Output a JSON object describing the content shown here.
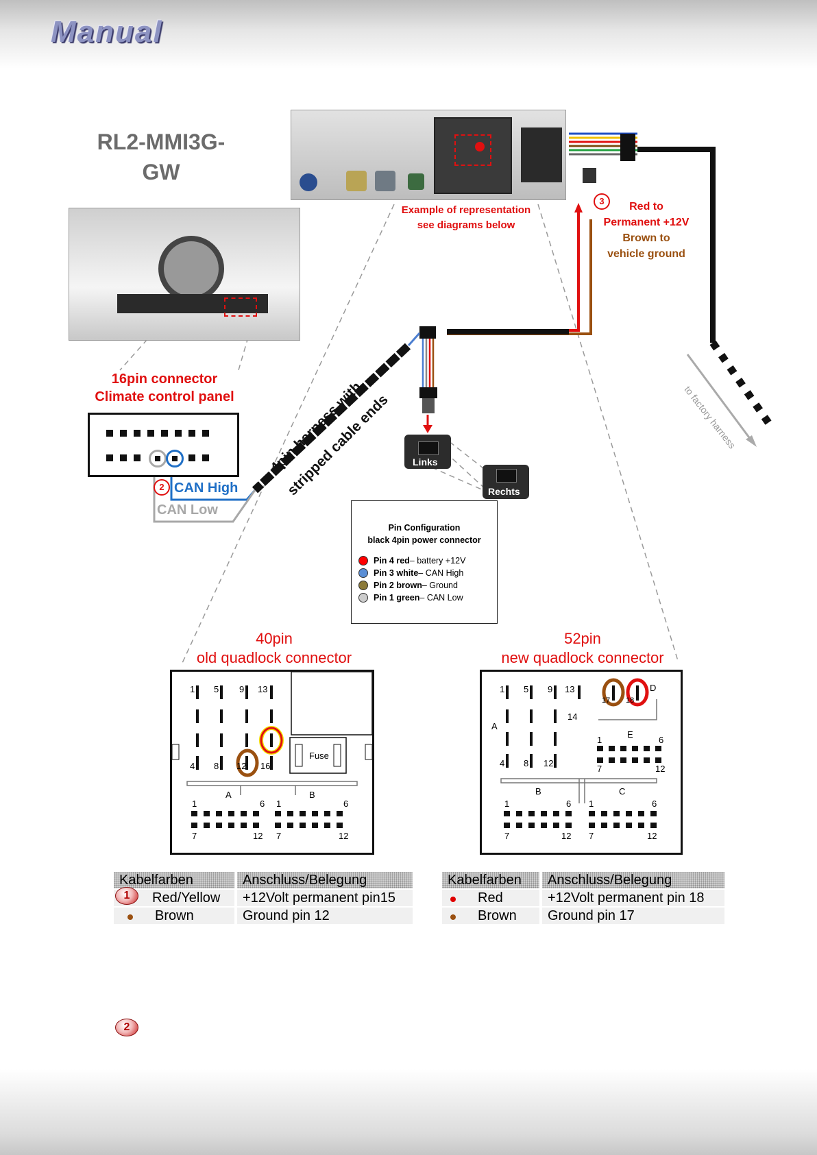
{
  "header": {
    "title": "Manual"
  },
  "product": {
    "name_line1": "RL2-MMI3G-",
    "name_line2": "GW"
  },
  "radio_photo": {
    "caption_line1": "Example of representation",
    "caption_line2": "see diagrams below"
  },
  "power_note": {
    "badge": "3",
    "line1": "Red to",
    "line2": "Permanent +12V",
    "line3": "Brown to",
    "line4": "vehicle ground"
  },
  "factory_harness": {
    "label": "to factory harness"
  },
  "connector_16pin": {
    "title_line1": "16pin connector",
    "title_line2": "Climate control panel",
    "badge": "2",
    "can_high": "CAN High",
    "can_low": "CAN Low"
  },
  "harness": {
    "label_line1": "4pin harness with",
    "label_line2": "stripped cable ends"
  },
  "speaker_plugs": {
    "left": "Links",
    "right": "Rechts"
  },
  "pin_configuration": {
    "title_line1": "Pin Configuration",
    "title_line2": "black 4pin power connector",
    "items": [
      {
        "pin": "Pin 4 red",
        "desc": " – battery +12V",
        "color": "#ff0000"
      },
      {
        "pin": "Pin 3 white",
        "desc": " – CAN High",
        "color": "#5b8fd6"
      },
      {
        "pin": "Pin 2 brown",
        "desc": " – Ground",
        "color": "#8b7a3a"
      },
      {
        "pin": "Pin 1 green",
        "desc": " – CAN Low",
        "color": "#cccccc"
      }
    ]
  },
  "quadlock_40": {
    "title_line1": "40pin",
    "title_line2": "old quadlock connector",
    "pins_top": [
      "1",
      "5",
      "9",
      "13"
    ],
    "pins_mid": [
      "4",
      "8",
      "12",
      "16"
    ],
    "fuse": "Fuse",
    "block_a": "A",
    "block_b": "B",
    "row_labels": [
      "1",
      "6",
      "1",
      "6",
      "7",
      "12",
      "7",
      "12"
    ]
  },
  "quadlock_52": {
    "title_line1": "52pin",
    "title_line2": "new quadlock connector",
    "pins_top": [
      "1",
      "5",
      "9",
      "13"
    ],
    "pins_mid": [
      "4",
      "8",
      "12"
    ],
    "pin_14": "14",
    "pin_17": "17",
    "pin_18": "18",
    "block_d": "D",
    "block_a": "A",
    "block_b": "B",
    "block_c": "C",
    "block_e": "E",
    "row_labels": [
      "1",
      "6",
      "1",
      "6",
      "7",
      "12",
      "7",
      "12"
    ],
    "e_labels": [
      "1",
      "6",
      "7",
      "12"
    ]
  },
  "table_40": {
    "headers": [
      "Kabelfarben",
      "Anschluss/Belegung"
    ],
    "rows": [
      {
        "color": "#d40000",
        "name": "Red/Yellow",
        "value": "+12Volt permanent pin15"
      },
      {
        "color": "#9a5010",
        "name": "Brown",
        "value": "Ground pin 12"
      }
    ],
    "badge": "1"
  },
  "table_52": {
    "headers": [
      "Kabelfarben",
      "Anschluss/Belegung"
    ],
    "rows": [
      {
        "color": "#e00000",
        "name": "Red",
        "value": "+12Volt permanent  pin 18"
      },
      {
        "color": "#9a5010",
        "name": "Brown",
        "value": "Ground pin 17"
      }
    ]
  },
  "bottom_badge": "2",
  "colors": {
    "red": "#e01010",
    "brown": "#9a5010",
    "blue": "#1f6fc6",
    "gray": "#a8a8a8"
  }
}
